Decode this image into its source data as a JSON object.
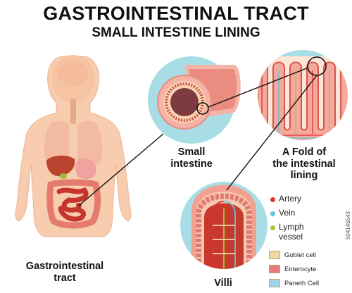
{
  "title": "GASTROINTESTINAL TRACT",
  "subtitle": "SMALL INTESTINE LINING",
  "labels": {
    "gi_tract": [
      "Gastrointestinal",
      "tract"
    ],
    "small_intestine": [
      "Small",
      "intestine"
    ],
    "fold": [
      "A Fold of",
      "the intestinal",
      "lining"
    ],
    "villi": "Villi"
  },
  "legend": {
    "vessels": [
      {
        "label": "Artery",
        "color": "#e03030"
      },
      {
        "label": "Vein",
        "color": "#5ec4dc"
      },
      {
        "label": "Lymph vessel",
        "color": "#a8c832"
      }
    ],
    "cells": [
      {
        "label": "Goblet cell",
        "color": "#f6d7a8"
      },
      {
        "label": "Enterocyte",
        "color": "#e87a7a"
      },
      {
        "label": "Paneth Cell",
        "color": "#9cd4e8"
      }
    ]
  },
  "stock_id": "504145543",
  "colors": {
    "skin": "#f7c8a8",
    "circle_bg": "#a9dde6",
    "tissue_red": "#c7342b",
    "tissue_pink": "#f19a8c"
  }
}
